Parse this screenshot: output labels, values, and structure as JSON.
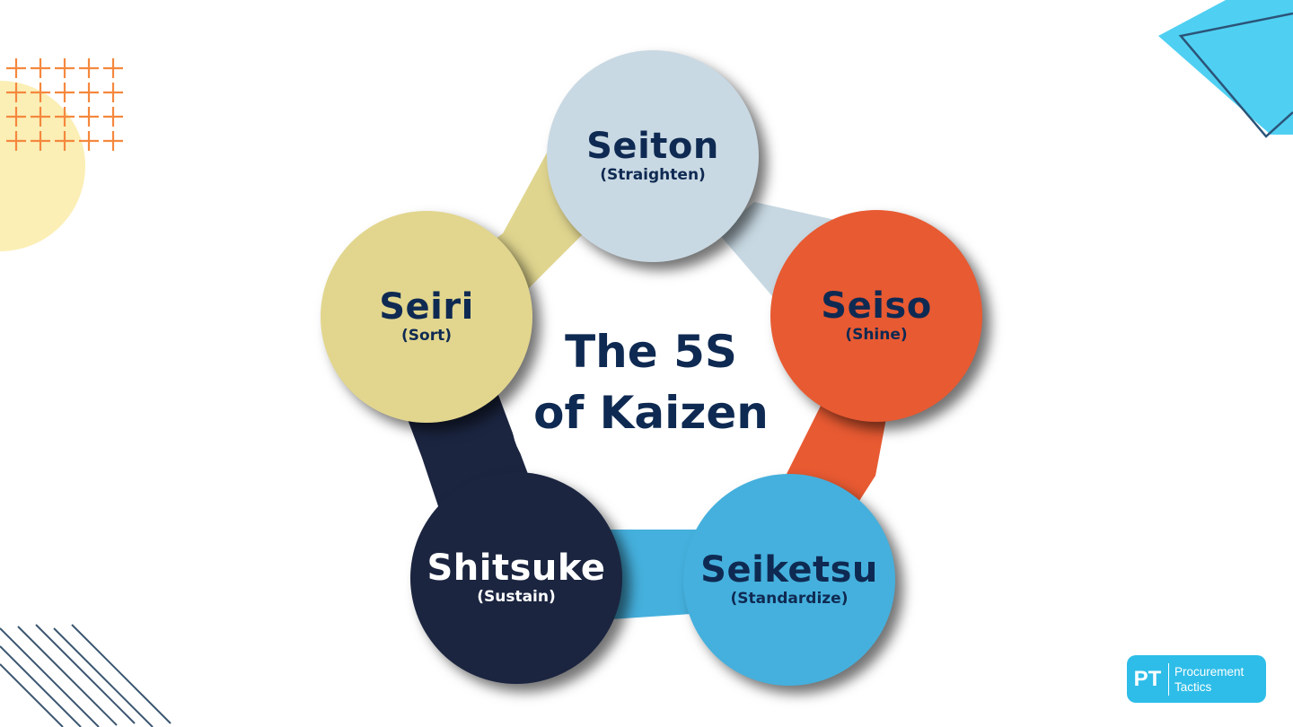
{
  "center": {
    "line1": "The 5S",
    "line2": "of Kaizen"
  },
  "nodes": {
    "seiton": {
      "title": "Seiton",
      "subtitle": "(Straighten)",
      "color": "#c9d9e3"
    },
    "seiri": {
      "title": "Seiri",
      "subtitle": "(Sort)",
      "color": "#e2d68e"
    },
    "seiso": {
      "title": "Seiso",
      "subtitle": "(Shine)",
      "color": "#e85a32"
    },
    "shitsuke": {
      "title": "Shitsuke",
      "subtitle": "(Sustain)",
      "color": "#1b2540"
    },
    "seiketsu": {
      "title": "Seiketsu",
      "subtitle": "(Standardize)",
      "color": "#45b0dd"
    }
  },
  "colors": {
    "text_dark": "#0f2a52",
    "accent_cyan": "#4fd0f2",
    "accent_yellow": "#fbefb6",
    "accent_orange": "#f5883e"
  },
  "logo": {
    "mark": "PT",
    "line1": "Procurement",
    "line2": "Tactics",
    "color": "#2ebde8"
  }
}
